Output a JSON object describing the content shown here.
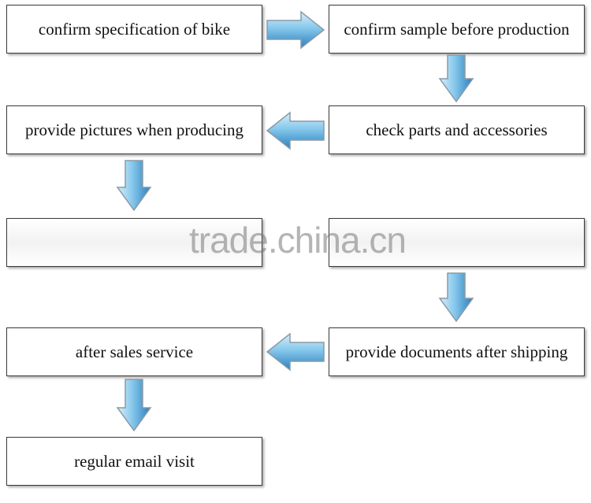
{
  "steps": [
    "confirm specification of bike",
    "confirm sample before production",
    "check parts and accessories",
    "provide pictures when producing",
    "",
    "",
    "provide documents after shipping",
    "after sales service",
    "regular email visit"
  ],
  "watermark": "trade.china.cn",
  "colors": {
    "arrow_light": "#cfe9f7",
    "arrow_mid": "#7cc3ea",
    "arrow_dark": "#2f86c4",
    "arrow_outline": "#8a9aa6",
    "box_border": "#3a3a3a"
  },
  "icons": {
    "right": "arrow-right-icon",
    "left": "arrow-left-icon",
    "down": "arrow-down-icon"
  }
}
